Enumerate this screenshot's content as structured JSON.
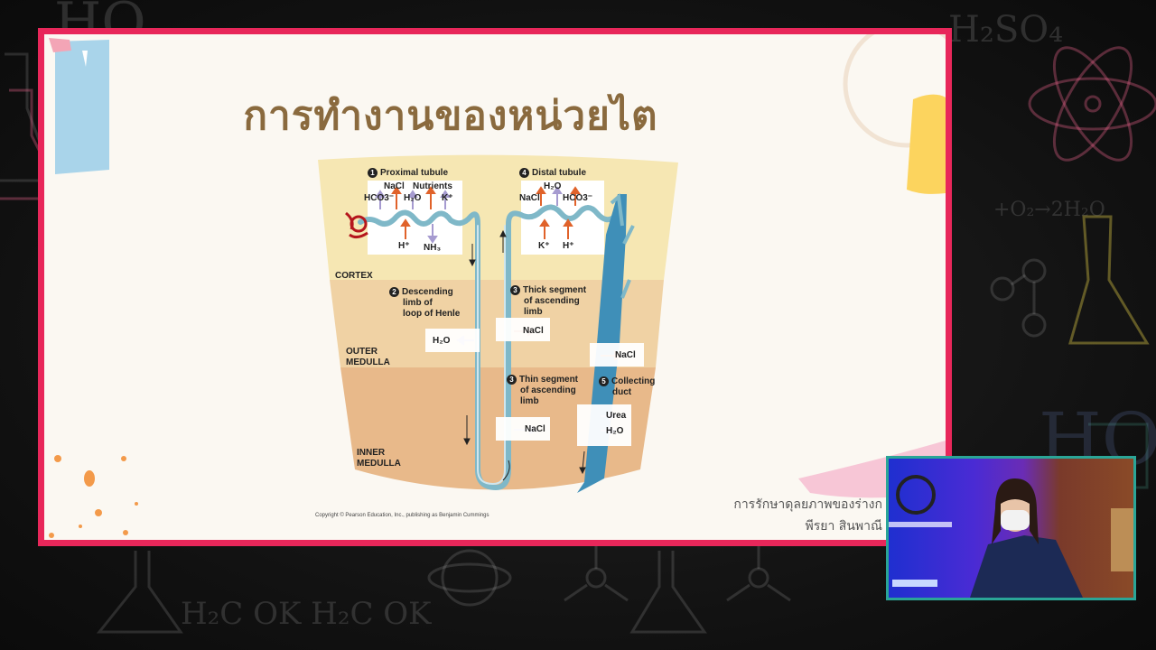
{
  "slide": {
    "title": "การทำงานของหน่วยไต",
    "caption_line1": "การรักษาดุลยภาพของร่างก",
    "caption_line2": "พีรยา สินพาณี"
  },
  "diagram": {
    "step1_label": "Proximal tubule",
    "step2_label_l1": "Descending",
    "step2_label_l2": "limb of",
    "step2_label_l3": "loop of Henle",
    "step3a_label_l1": "Thick segment",
    "step3a_label_l2": "of ascending",
    "step3a_label_l3": "limb",
    "step3b_label_l1": "Thin segment",
    "step3b_label_l2": "of ascending",
    "step3b_label_l3": "limb",
    "step4_label": "Distal tubule",
    "step5_label_l1": "Collecting",
    "step5_label_l2": "duct",
    "n1": "1",
    "n2": "2",
    "n3": "3",
    "n4": "4",
    "n5": "5",
    "zone_cortex": "CORTEX",
    "zone_outer_l1": "OUTER",
    "zone_outer_l2": "MEDULLA",
    "zone_inner_l1": "INNER",
    "zone_inner_l2": "MEDULLA",
    "pt_out": [
      "NaCl",
      "Nutrients"
    ],
    "pt_hco3": "HCO3⁻",
    "pt_h2o": "H₂O",
    "pt_k": "K⁺",
    "pt_h": "H⁺",
    "pt_nh3": "NH₃",
    "dt_h2o": "H₂O",
    "dt_nacl": "NaCl",
    "dt_hco3": "HCO3⁻",
    "dt_k": "K⁺",
    "dt_h": "H⁺",
    "desc_h2o": "H₂O",
    "thick_nacl": "NaCl",
    "cd_nacl": "NaCl",
    "thin_nacl": "NaCl",
    "cd_urea": "Urea",
    "cd_h2o": "H₂O",
    "copyright": "Copyright © Pearson Education, Inc., publishing as Benjamin Cummings"
  },
  "colors": {
    "frame": "#e8275a",
    "title": "#8a6a3e",
    "cortex": "#f6e7b3",
    "outer_medulla": "#f0d2a4",
    "inner_medulla": "#e8b98a",
    "tubule": "#7fb8c8",
    "duct": "#3f8fb8",
    "arrow_out": "#e0622a",
    "arrow_in": "#a69bd0"
  }
}
